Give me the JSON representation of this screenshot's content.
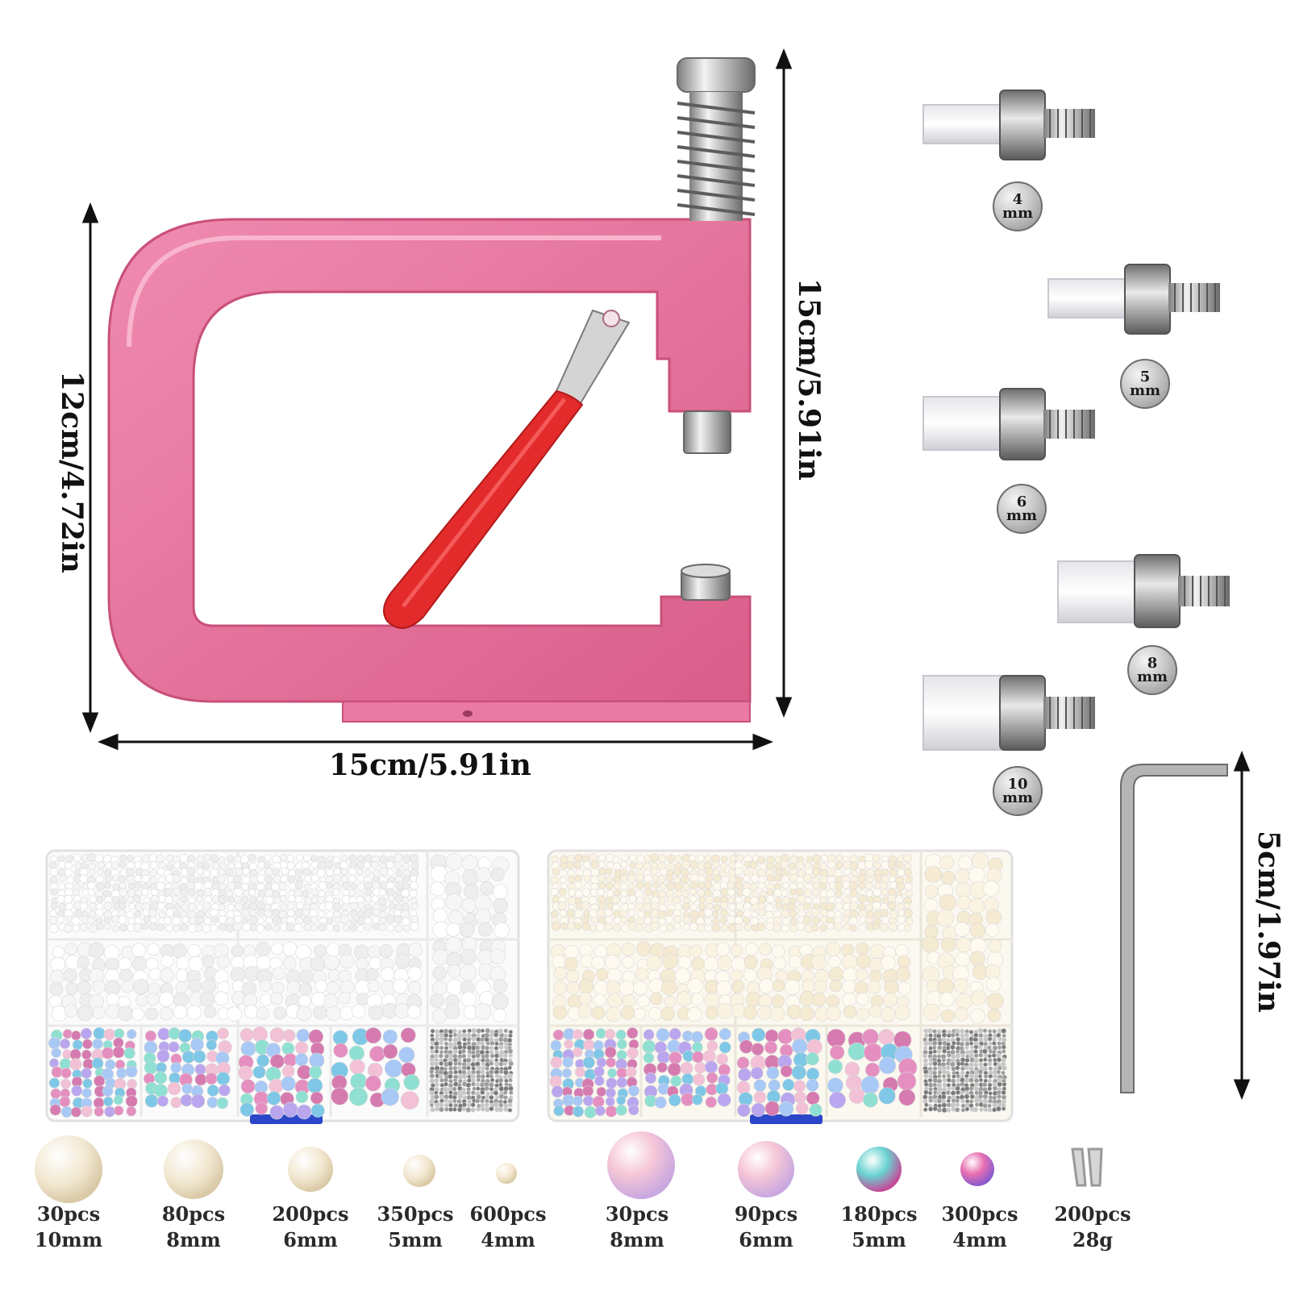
{
  "dimensions": {
    "tool_height": "12cm/4.72in",
    "tool_width": "15cm/5.91in",
    "spring_height": "15cm/5.91in",
    "wrench_length": "5cm/1.97in"
  },
  "die_sizes": [
    {
      "num": "4",
      "unit": "mm"
    },
    {
      "num": "5",
      "unit": "mm"
    },
    {
      "num": "6",
      "unit": "mm"
    },
    {
      "num": "8",
      "unit": "mm"
    },
    {
      "num": "10",
      "unit": "mm"
    }
  ],
  "bead_counts": [
    {
      "count": "30pcs",
      "size": "10mm"
    },
    {
      "count": "80pcs",
      "size": "8mm"
    },
    {
      "count": "200pcs",
      "size": "6mm"
    },
    {
      "count": "350pcs",
      "size": "5mm"
    },
    {
      "count": "600pcs",
      "size": "4mm"
    },
    {
      "count": "30pcs",
      "size": "8mm"
    },
    {
      "count": "90pcs",
      "size": "6mm"
    },
    {
      "count": "180pcs",
      "size": "5mm"
    },
    {
      "count": "300pcs",
      "size": "4mm"
    },
    {
      "count": "200pcs",
      "size": "28g"
    }
  ],
  "colors": {
    "tool_pink": "#e8719a",
    "handle_red": "#e32b2b",
    "metal": "#b9b9b9"
  }
}
